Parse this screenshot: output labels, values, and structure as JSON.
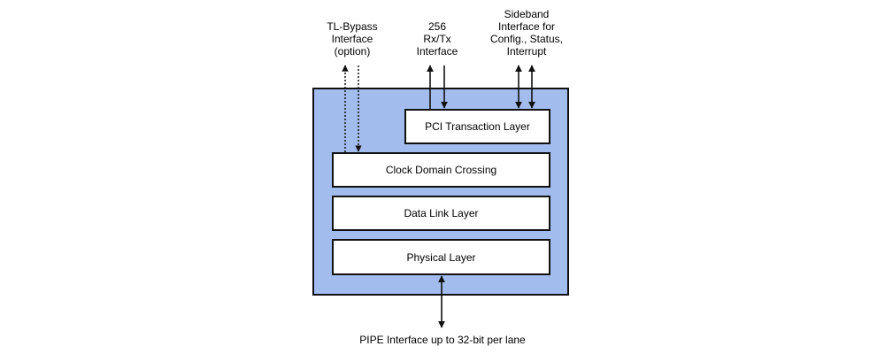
{
  "diagram": {
    "top_labels": {
      "tl_bypass": [
        "TL-Bypass",
        "Interface",
        "(option)"
      ],
      "rx_tx": [
        "256",
        "Rx/Tx",
        "Interface"
      ],
      "sideband": [
        "Sideband",
        "Interface for",
        "Config., Status,",
        "Interrupt"
      ]
    },
    "layers": {
      "pci_transaction": "PCI Transaction Layer",
      "clock_domain_crossing": "Clock Domain Crossing",
      "data_link": "Data Link Layer",
      "physical": "Physical Layer"
    },
    "bottom_label": "PIPE Interface up to 32-bit per lane",
    "colors": {
      "core_fill": "#a3bcee",
      "layer_fill": "#ffffff",
      "stroke": "#111111"
    }
  }
}
